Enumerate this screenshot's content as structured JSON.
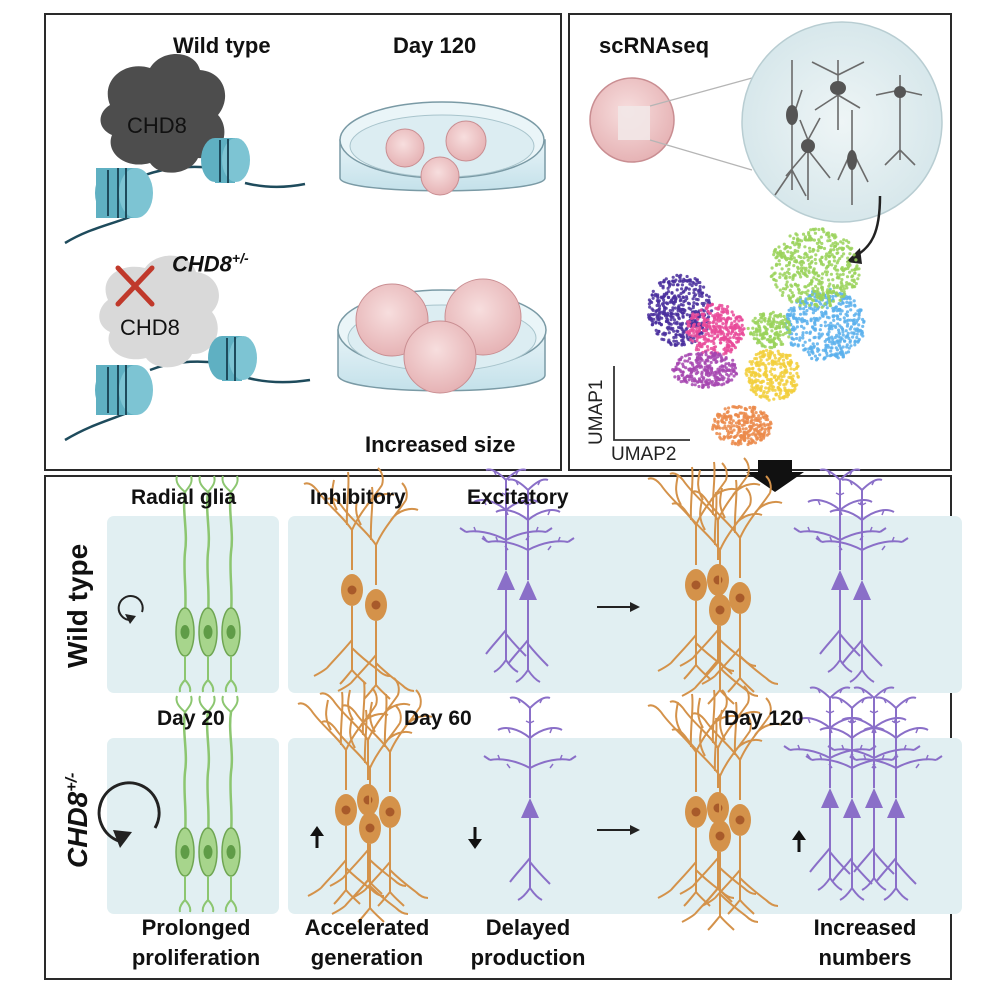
{
  "top_left": {
    "wild_type": "Wild type",
    "day120": "Day 120",
    "chd8_label_top": "CHD8",
    "chd8_mutant": "CHD8",
    "chd8_mutant_sup": "+/-",
    "chd8_label_bottom": "CHD8",
    "increased_size": "Increased size"
  },
  "top_right": {
    "scrnaseq": "scRNAseq",
    "umap1": "UMAP1",
    "umap2": "UMAP2",
    "cluster_colors": [
      "#4a2f9e",
      "#e94a9a",
      "#a646b0",
      "#f2cf3c",
      "#5ab0ec",
      "#9ad25a",
      "#eb8a4a"
    ]
  },
  "bottom": {
    "radial_glia": "Radial glia",
    "inhibitory": "Inhibitory",
    "excitatory": "Excitatory",
    "wild_type": "Wild type",
    "chd8": "CHD8",
    "chd8_sup": "+/-",
    "day20": "Day 20",
    "day60": "Day 60",
    "day120": "Day 120",
    "prolonged": "Prolonged",
    "proliferation": "proliferation",
    "accelerated": "Accelerated",
    "generation": "generation",
    "delayed": "Delayed",
    "production": "production",
    "increased": "Increased",
    "numbers": "numbers"
  },
  "colors": {
    "inhibitory": "#d4924a",
    "excitatory": "#8a6fc8",
    "radial_glia": "#8cc670",
    "nucleosome": "#5fb0c2",
    "background_box": "#e1eff2",
    "organoid": "#f0c7c7"
  }
}
